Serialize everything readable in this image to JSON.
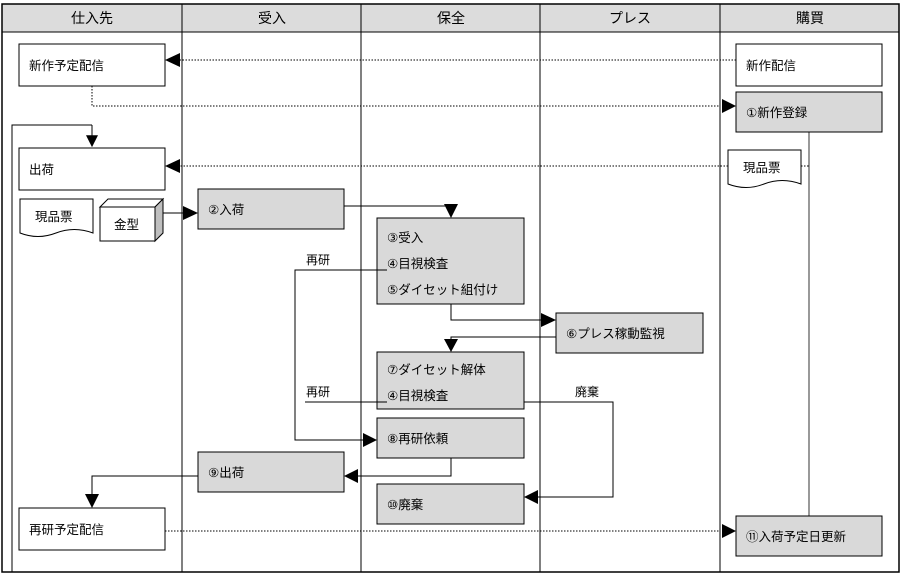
{
  "lanes": [
    "仕入先",
    "受入",
    "保全",
    "プレス",
    "購買"
  ],
  "labels": {
    "shinsaku_yotei": "新作予定配信",
    "shinsaku_haishin": "新作配信",
    "shinsaku_touroku": "①新作登録",
    "shukka": "出荷",
    "genpinhyo_right": "現品票",
    "genpinhyo_left": "現品票",
    "kanagata": "金型",
    "nyuka": "②入荷",
    "ukeire": "③受入",
    "mokushi1": "④目視検査",
    "kumitsuke": "⑤ダイセット組付け",
    "press": "⑥プレス稼動監視",
    "kaitai": "⑦ダイセット解体",
    "mokushi2": "④目視検査",
    "saiken_irai": "⑧再研依頼",
    "shukka9": "⑨出荷",
    "haiki10": "⑩廃棄",
    "saiken_yotei": "再研予定配信",
    "koushin": "⑪入荷予定日更新",
    "saiken1": "再研",
    "saiken2": "再研",
    "haiki_note": "廃棄"
  },
  "colors": {
    "header": "#dcdcdc",
    "process_box": "#d9d9d9",
    "white_box": "#ffffff",
    "line": "#000000"
  }
}
